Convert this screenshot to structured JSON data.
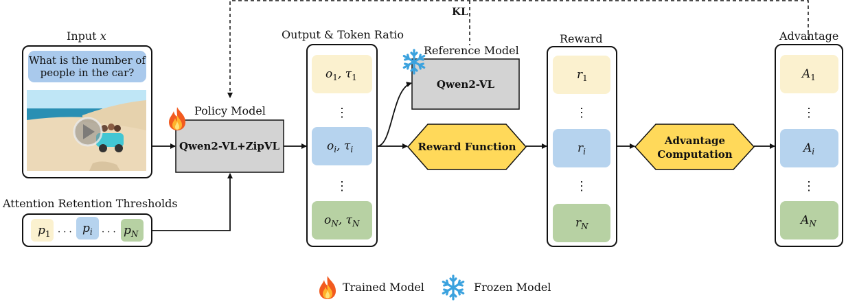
{
  "kl_label": "KL",
  "input": {
    "title": "Input",
    "title_var": "x",
    "question_line1": "What is the number of",
    "question_line2": "people in the car?"
  },
  "thresholds": {
    "title": "Attention Retention Thresholds",
    "items": [
      "p",
      "p",
      "p"
    ],
    "subs": [
      "1",
      "i",
      "N"
    ],
    "separator": "· · ·"
  },
  "policy": {
    "title": "Policy Model",
    "label": "Qwen2-VL+ZipVL"
  },
  "output": {
    "title": "Output & Token Ratio",
    "items": [
      {
        "o_sub": "1",
        "t_sub": "1"
      },
      {
        "o_sub": "i",
        "t_sub": "i"
      },
      {
        "o_sub": "N",
        "t_sub": "N"
      }
    ]
  },
  "reference": {
    "title": "Reference Model",
    "label": "Qwen2-VL"
  },
  "reward_function": {
    "label": "Reward Function"
  },
  "reward": {
    "title": "Reward",
    "symbol": "r",
    "subs": [
      "1",
      "i",
      "N"
    ]
  },
  "advantage_computation": {
    "line1": "Advantage",
    "line2": "Computation"
  },
  "advantage": {
    "title": "Advantage",
    "symbol": "A",
    "subs": [
      "1",
      "i",
      "N"
    ]
  },
  "vdots": "⋮",
  "legend": {
    "trained": "Trained Model",
    "frozen": "Frozen Model"
  },
  "colors": {
    "yellow": "#fbf1cf",
    "blue": "#b6d3ee",
    "green": "#b7d1a3",
    "gray": "#d3d3d3",
    "gold": "#ffd95a",
    "question": "#a9c9ec"
  }
}
